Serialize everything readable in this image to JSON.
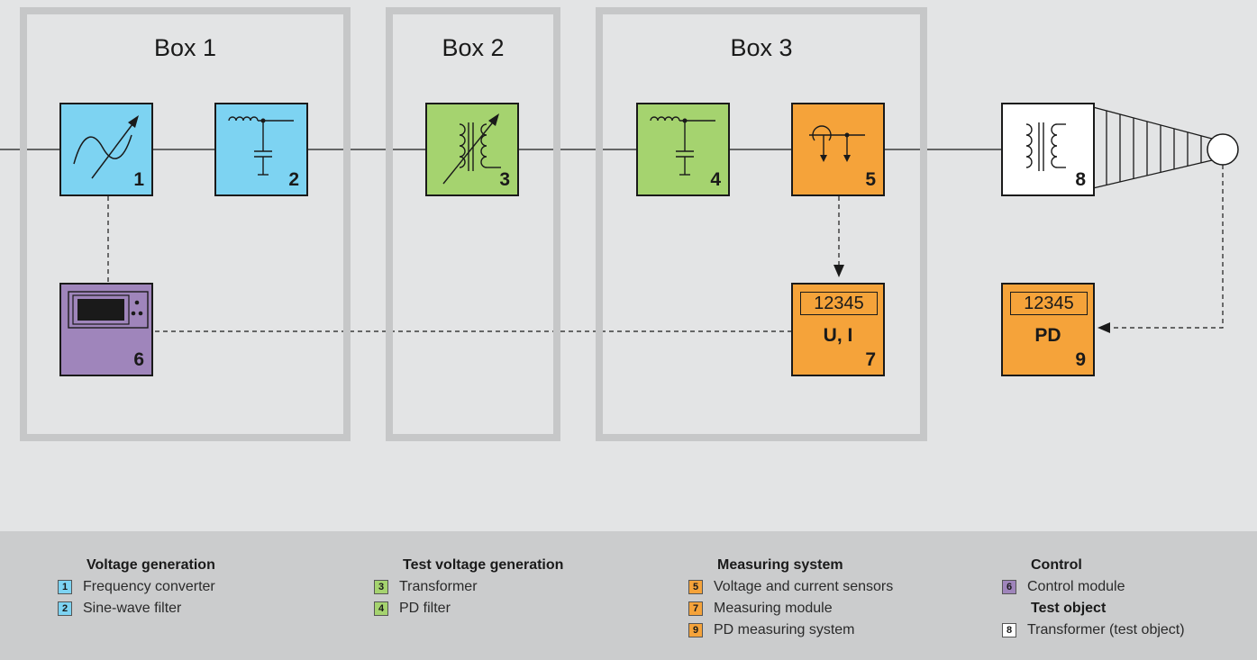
{
  "colors": {
    "blue": "#7dd3f2",
    "green": "#a5d36f",
    "orange": "#f5a33a",
    "purple": "#9f85bb",
    "white": "#ffffff",
    "box_frame": "#c6c7c8",
    "legend_bg": "#cbcccd"
  },
  "groups": [
    {
      "title": "Box 1"
    },
    {
      "title": "Box 2"
    },
    {
      "title": "Box 3"
    }
  ],
  "components": [
    {
      "number": "1",
      "icon": "frequency-converter-icon",
      "color": "blue"
    },
    {
      "number": "2",
      "icon": "sine-filter-icon",
      "color": "blue"
    },
    {
      "number": "3",
      "icon": "variable-transformer-icon",
      "color": "green"
    },
    {
      "number": "4",
      "icon": "pd-filter-icon",
      "color": "green"
    },
    {
      "number": "5",
      "icon": "sensor-icon",
      "color": "orange"
    },
    {
      "number": "6",
      "icon": "control-module-icon",
      "color": "purple"
    },
    {
      "number": "7",
      "display": "12345",
      "label": "U, I",
      "color": "orange"
    },
    {
      "number": "8",
      "icon": "transformer-icon",
      "color": "white"
    },
    {
      "number": "9",
      "display": "12345",
      "label": "PD",
      "color": "orange"
    }
  ],
  "legend": [
    {
      "title": "Voltage generation",
      "items": [
        {
          "number": "1",
          "label": "Frequency converter",
          "color": "blue"
        },
        {
          "number": "2",
          "label": "Sine-wave filter",
          "color": "blue"
        }
      ]
    },
    {
      "title": "Test voltage generation",
      "items": [
        {
          "number": "3",
          "label": "Transformer",
          "color": "green"
        },
        {
          "number": "4",
          "label": "PD filter",
          "color": "green"
        }
      ]
    },
    {
      "title": "Measuring system",
      "items": [
        {
          "number": "5",
          "label": "Voltage and current sensors",
          "color": "orange"
        },
        {
          "number": "7",
          "label": "Measuring module",
          "color": "orange"
        },
        {
          "number": "9",
          "label": "PD measuring system",
          "color": "orange"
        }
      ]
    },
    {
      "title": "Control",
      "items": [
        {
          "number": "6",
          "label": "Control module",
          "color": "purple"
        }
      ]
    },
    {
      "title": "Test object",
      "items": [
        {
          "number": "8",
          "label": "Transformer (test object)",
          "color": "white"
        }
      ]
    }
  ]
}
